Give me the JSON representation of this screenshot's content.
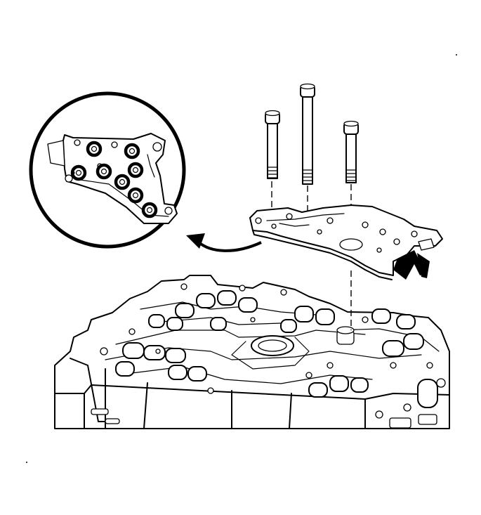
{
  "figure": {
    "components": [
      "valve-body",
      "solenoid-bracket",
      "bracket-bolt-short-left",
      "bracket-bolt-long-center",
      "bracket-bolt-short-right",
      "detail-magnifier"
    ],
    "bolt_count": 3,
    "detail_view_seal_count": 8,
    "line_color": "#000000",
    "background_color": "#ffffff"
  }
}
